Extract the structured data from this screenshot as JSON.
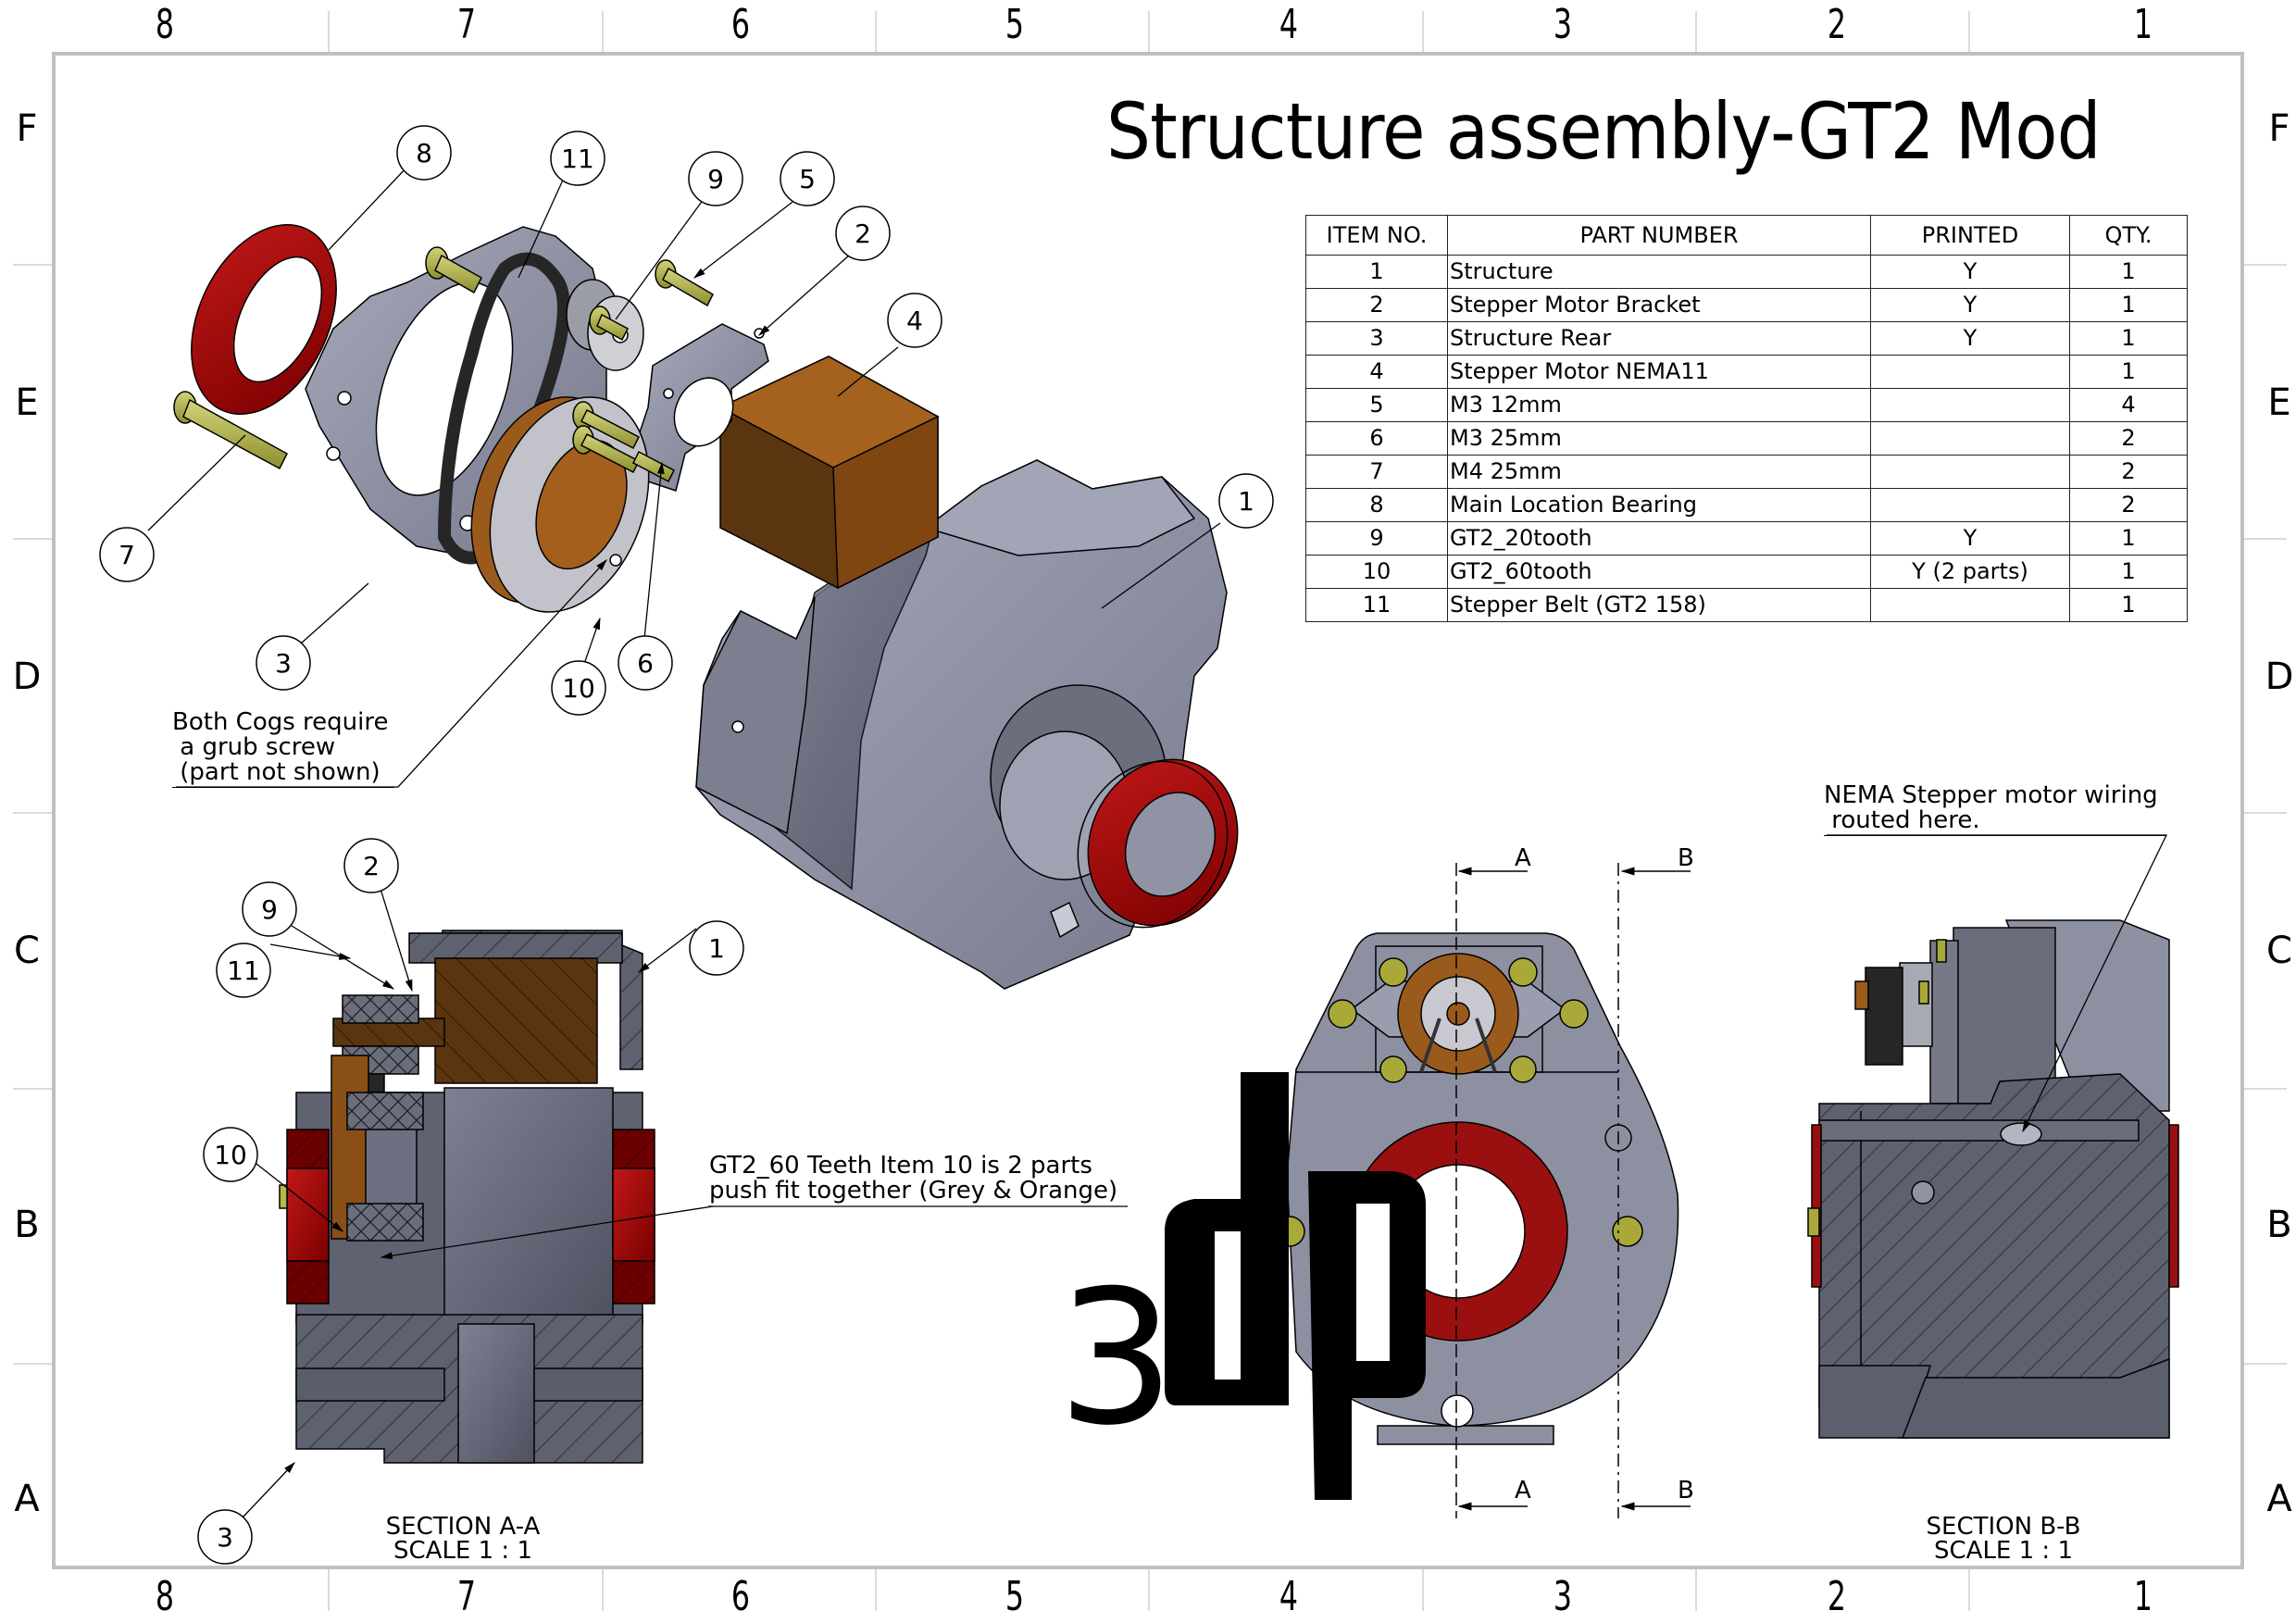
{
  "drawing": {
    "title": "Structure assembly-GT2 Mod",
    "zones": {
      "columns": [
        "8",
        "7",
        "6",
        "5",
        "4",
        "3",
        "2",
        "1"
      ],
      "rows": [
        "F",
        "E",
        "D",
        "C",
        "B",
        "A"
      ]
    },
    "colors": {
      "part_grey": "#8a8d9e",
      "part_grey_light": "#a4a7b8",
      "part_grey_dark": "#5b5e6d",
      "bearing_red": "#a50f0f",
      "motor_orange": "#9c5a1c",
      "motor_orange_dark": "#5a3510",
      "bolt_yellow": "#b8b84a",
      "belt_black": "#262626",
      "frame_grey": "#c0c0c0"
    }
  },
  "bom": {
    "headers": [
      "ITEM NO.",
      "PART NUMBER",
      "PRINTED",
      "QTY."
    ],
    "rows": [
      {
        "item": "1",
        "part": "Structure",
        "printed": "Y",
        "qty": "1"
      },
      {
        "item": "2",
        "part": "Stepper Motor Bracket",
        "printed": "Y",
        "qty": "1"
      },
      {
        "item": "3",
        "part": "Structure Rear",
        "printed": "Y",
        "qty": "1"
      },
      {
        "item": "4",
        "part": "Stepper Motor NEMA11",
        "printed": "",
        "qty": "1"
      },
      {
        "item": "5",
        "part": "M3 12mm",
        "printed": "",
        "qty": "4"
      },
      {
        "item": "6",
        "part": "M3 25mm",
        "printed": "",
        "qty": "2"
      },
      {
        "item": "7",
        "part": "M4 25mm",
        "printed": "",
        "qty": "2"
      },
      {
        "item": "8",
        "part": "Main Location Bearing",
        "printed": "",
        "qty": "2"
      },
      {
        "item": "9",
        "part": "GT2_20tooth",
        "printed": "Y",
        "qty": "1"
      },
      {
        "item": "10",
        "part": "GT2_60tooth",
        "printed": "Y (2 parts)",
        "qty": "1"
      },
      {
        "item": "11",
        "part": "Stepper Belt (GT2 158)",
        "printed": "",
        "qty": "1"
      }
    ]
  },
  "notes": {
    "grub_screw": "Both Cogs require\n a grub screw\n (part not shown)",
    "nema_wiring": "NEMA Stepper motor wiring\n routed here.",
    "gt2_60": "GT2_60 Teeth Item 10 is 2 parts\npush fit together (Grey & Orange)"
  },
  "views": {
    "exploded_balloons": [
      "8",
      "11",
      "9",
      "5",
      "2",
      "4",
      "1",
      "7",
      "3",
      "10",
      "6"
    ],
    "section_a_balloons": [
      "2",
      "9",
      "11",
      "1",
      "10",
      "3"
    ],
    "section_a": {
      "name": "SECTION A-A",
      "scale": "SCALE 1 : 1"
    },
    "section_b": {
      "name": "SECTION B-B",
      "scale": "SCALE 1 : 1"
    },
    "section_markers": {
      "a": "A",
      "b": "B"
    }
  },
  "logo": {
    "text_3": "3",
    "text_dp": "dp"
  }
}
